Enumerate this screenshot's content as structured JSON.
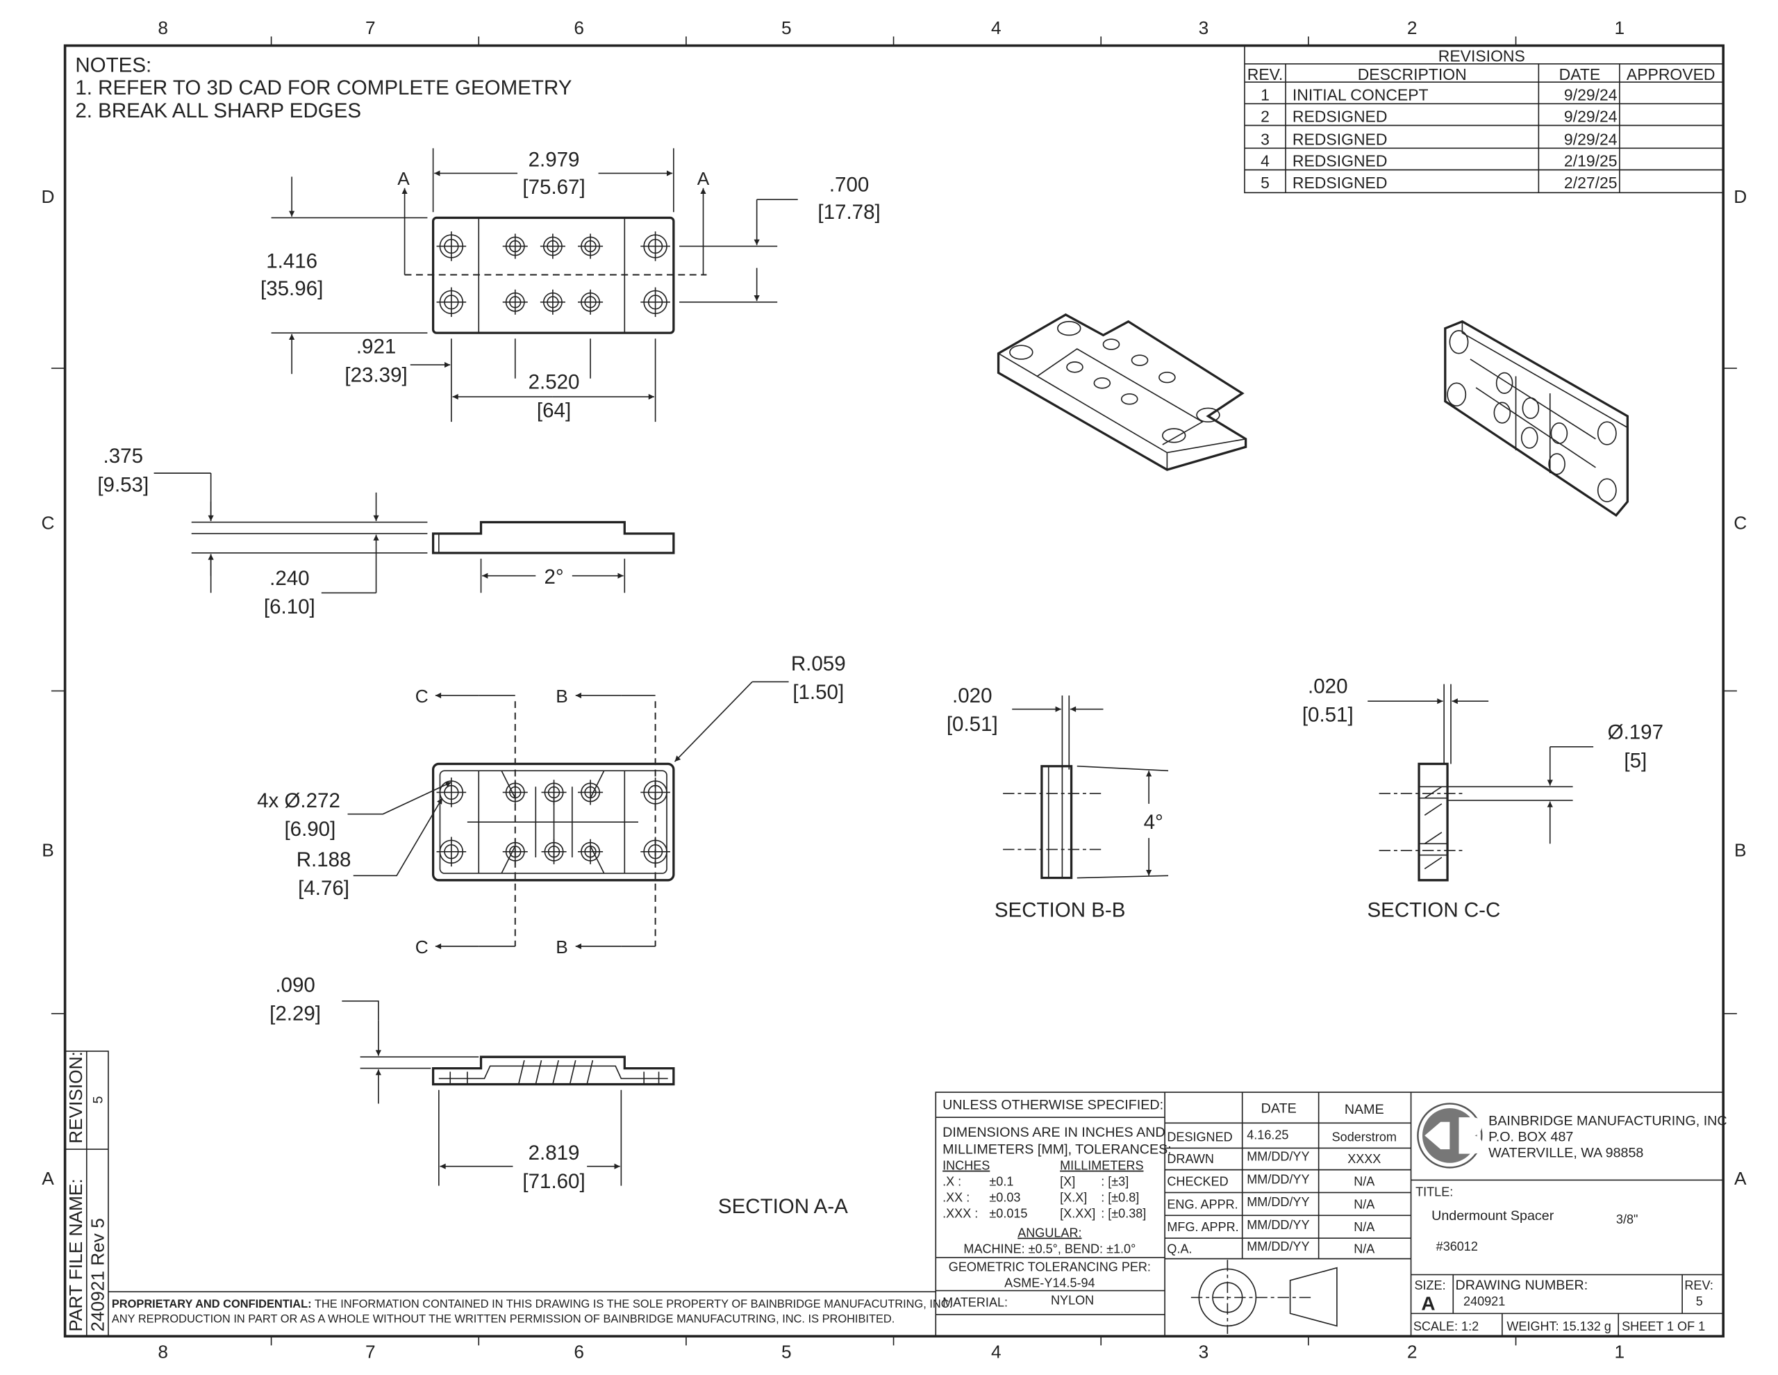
{
  "zones": {
    "columns": [
      "8",
      "7",
      "6",
      "5",
      "4",
      "3",
      "2",
      "1"
    ],
    "rows": [
      "D",
      "C",
      "B",
      "A"
    ]
  },
  "notes": {
    "heading": "NOTES:",
    "items": [
      "1.  REFER TO 3D CAD FOR COMPLETE GEOMETRY",
      "2.  BREAK ALL SHARP EDGES"
    ]
  },
  "revisions": {
    "title": "REVISIONS",
    "headers": [
      "REV.",
      "DESCRIPTION",
      "DATE",
      "APPROVED"
    ],
    "rows": [
      {
        "rev": "1",
        "description": "INITIAL CONCEPT",
        "date": "9/29/24",
        "approved": ""
      },
      {
        "rev": "2",
        "description": "REDSIGNED",
        "date": "9/29/24",
        "approved": ""
      },
      {
        "rev": "3",
        "description": "REDSIGNED",
        "date": "9/29/24",
        "approved": ""
      },
      {
        "rev": "4",
        "description": "REDSIGNED",
        "date": "2/19/25",
        "approved": ""
      },
      {
        "rev": "5",
        "description": "REDSIGNED",
        "date": "2/27/25",
        "approved": ""
      }
    ]
  },
  "dims": {
    "overall_len": "2.979",
    "overall_len_mm": "[75.67]",
    "width": "1.416",
    "width_mm": "[35.96]",
    "hole_y": ".700",
    "hole_y_mm": "[17.78]",
    "hole_x": ".921",
    "hole_x_mm": "[23.39]",
    "hole_span": "2.520",
    "hole_span_mm": "[64]",
    "thick": ".375",
    "thick_mm": "[9.53]",
    "base": ".240",
    "base_mm": "[6.10]",
    "draft": "2°",
    "fillet": "R.059",
    "fillet_mm": "[1.50]",
    "hole_dia": "4x Ø.272",
    "hole_dia_mm": "[6.90]",
    "radius": "R.188",
    "radius_mm": "[4.76]",
    "wall": ".090",
    "wall_mm": "[2.29]",
    "inner_len": "2.819",
    "inner_len_mm": "[71.60]",
    "bb_wall": ".020",
    "bb_wall_mm": "[0.51]",
    "bb_angle": "4°",
    "cc_wall": ".020",
    "cc_wall_mm": "[0.51]",
    "cc_dia": "Ø.197",
    "cc_dia_mm": "[5]",
    "cut_a": "A",
    "cut_b": "B",
    "cut_c": "C"
  },
  "sections": {
    "aa": "SECTION A-A",
    "bb": "SECTION B-B",
    "cc": "SECTION C-C"
  },
  "side_strip": {
    "revision_label": "REVISION:",
    "revision_value": "5",
    "file_label": "PART FILE NAME:",
    "file_value": "240921 Rev 5"
  },
  "proprietary": {
    "bold": "PROPRIETARY AND CONFIDENTIAL:",
    "line1": " THE INFORMATION CONTAINED IN THIS DRAWING IS THE SOLE PROPERTY OF BAINBRIDGE MANUFACUTRING, INC.",
    "line2": "ANY REPRODUCTION IN PART OR AS A WHOLE WITHOUT THE WRITTEN PERMISSION OF BAINBRIDGE MANUFACUTRING, INC. IS PROHIBITED."
  },
  "title_block": {
    "unless": "UNLESS OTHERWISE SPECIFIED:",
    "dims1": "DIMENSIONS ARE IN INCHES AND",
    "dims2": "MILLIMETERS [MM], TOLERANCES:",
    "inches": "INCHES",
    "millimeters": "MILLIMETERS",
    "tol": [
      {
        "in": ".X :",
        "in_v": "±0.1",
        "mm": "[X]",
        "mm_v": ": [±3]"
      },
      {
        "in": ".XX :",
        "in_v": "±0.03",
        "mm": "[X.X]",
        "mm_v": ": [±0.8]"
      },
      {
        "in": ".XXX :",
        "in_v": "±0.015",
        "mm": "[X.XX]",
        "mm_v": ": [±0.38]"
      }
    ],
    "angular": "ANGULAR:",
    "angular_vals": "MACHINE: ±0.5°, BEND: ±1.0°",
    "gtol": "GEOMETRIC TOLERANCING PER:",
    "gtol_std": "ASME-Y14.5-94",
    "material_label": "MATERIAL:",
    "material": "NYLON",
    "sign_headers": [
      "DATE",
      "NAME"
    ],
    "sign_rows": [
      {
        "role": "DESIGNED",
        "date": "4.16.25",
        "name": "Soderstrom"
      },
      {
        "role": "DRAWN",
        "date": "MM/DD/YY",
        "name": "XXXX"
      },
      {
        "role": "CHECKED",
        "date": "MM/DD/YY",
        "name": "N/A"
      },
      {
        "role": "ENG. APPR.",
        "date": "MM/DD/YY",
        "name": "N/A"
      },
      {
        "role": "MFG. APPR.",
        "date": "MM/DD/YY",
        "name": "N/A"
      },
      {
        "role": "Q.A.",
        "date": "MM/DD/YY",
        "name": "N/A"
      }
    ],
    "company": "BAINBRIDGE MANUFACTURING, INC",
    "address1": "P.O. BOX 487",
    "address2": "WATERVILLE, WA 98858",
    "title_label": "TITLE:",
    "title": "Undermount Spacer",
    "title_size": "3/8\"",
    "part_no": "#36012",
    "size_label": "SIZE:",
    "size": "A",
    "dwg_label": "DRAWING NUMBER:",
    "dwg": "240921",
    "rev_label": "REV:",
    "rev": "5",
    "scale": "SCALE: 1:2",
    "weight": "WEIGHT: 15.132 g",
    "sheet": "SHEET 1 OF 1"
  }
}
